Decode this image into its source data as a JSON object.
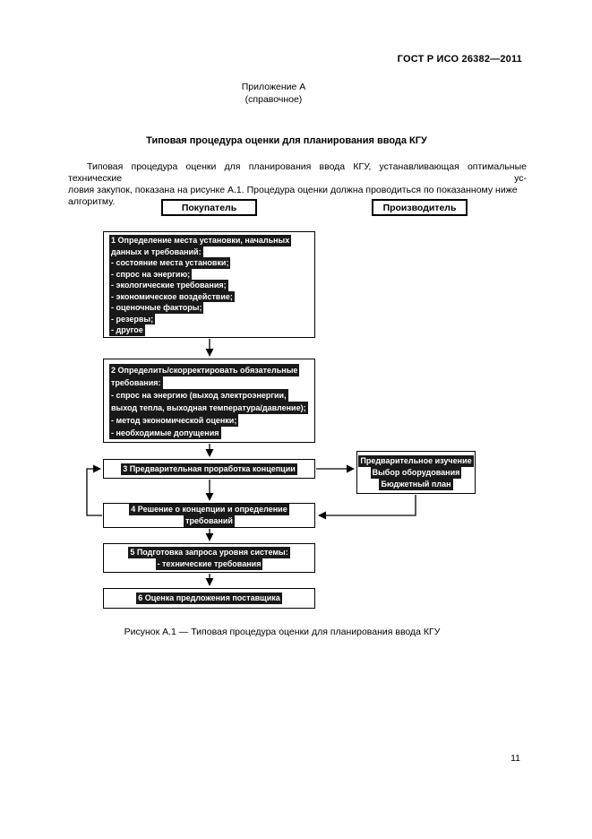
{
  "document": {
    "header": "ГОСТ Р ИСО 26382—2011",
    "annex": {
      "title": "Приложение А",
      "subtitle": "(справочное)"
    },
    "section_title": "Типовая процедура оценки для планирования ввода КГУ",
    "paragraph_line1": "Типовая процедура оценки для планирования ввода КГУ, устанавливающая оптимальные технические ус-",
    "paragraph_line2": "ловия закупок, показана на рисунке А.1. Процедура оценки должна проводиться по показанному ниже алгоритму.",
    "figure_caption": "Рисунок А.1 — Типовая процедура оценки для планирования ввода КГУ",
    "page_number": "11"
  },
  "diagram": {
    "actors": {
      "buyer": "Покупатель",
      "manufacturer": "Производитель"
    },
    "steps": {
      "step1": {
        "lines": [
          "1 Определение места установки, начальных",
          "данных и требований:",
          "- состояние места установки;",
          "- спрос на энергию;",
          "- экологические требования;",
          "- экономическое воздействие;",
          "- оценочные факторы;",
          "- резервы;",
          "- другое"
        ]
      },
      "step2": {
        "lines": [
          "2 Определить/скорректировать обязательные",
          "требования:",
          "- спрос на энергию (выход электроэнергии,",
          "выход тепла, выходная температура/давление);",
          "- метод экономической оценки;",
          "- необходимые допущения"
        ]
      },
      "step3": {
        "lines": [
          "3 Предварительная проработка концепции"
        ]
      },
      "side_box": {
        "lines": [
          "Предварительное изучение",
          "Выбор оборудования",
          "Бюджетный план"
        ]
      },
      "step4": {
        "lines": [
          "4 Решение о концепции и определение",
          "требований"
        ]
      },
      "step5": {
        "lines": [
          "5 Подготовка запроса уровня системы:",
          "- технические требования"
        ]
      },
      "step6": {
        "lines": [
          "6 Оценка предложения поставщика"
        ]
      }
    }
  }
}
